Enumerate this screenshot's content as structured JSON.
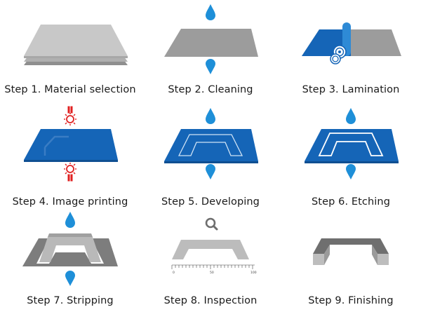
{
  "colors": {
    "blue": "#1565b7",
    "blue_light": "#2e8ad6",
    "grey": "#9a9a9a",
    "grey_light": "#c4c4c4",
    "grey_dark": "#7a7a7a",
    "red": "#e02020",
    "water": "#1e8fd8"
  },
  "steps": [
    {
      "label": "Step 1. Material selection",
      "icon": "stacked-sheets-icon"
    },
    {
      "label": "Step 2. Cleaning",
      "icon": "water-drop-icon"
    },
    {
      "label": "Step 3. Lamination",
      "icon": "roll-laminate-icon"
    },
    {
      "label": "Step 4. Image printing",
      "icon": "uv-light-icon"
    },
    {
      "label": "Step 5. Developing",
      "icon": "water-drop-icon"
    },
    {
      "label": "Step 6. Etching",
      "icon": "water-drop-icon"
    },
    {
      "label": "Step 7. Stripping",
      "icon": "water-drop-icon"
    },
    {
      "label": "Step 8. Inspection",
      "icon": "magnifier-icon"
    },
    {
      "label": "Step 9. Finishing",
      "icon": "finished-part-icon"
    }
  ],
  "ruler": {
    "ticks": [
      "0",
      "50",
      "100"
    ]
  }
}
